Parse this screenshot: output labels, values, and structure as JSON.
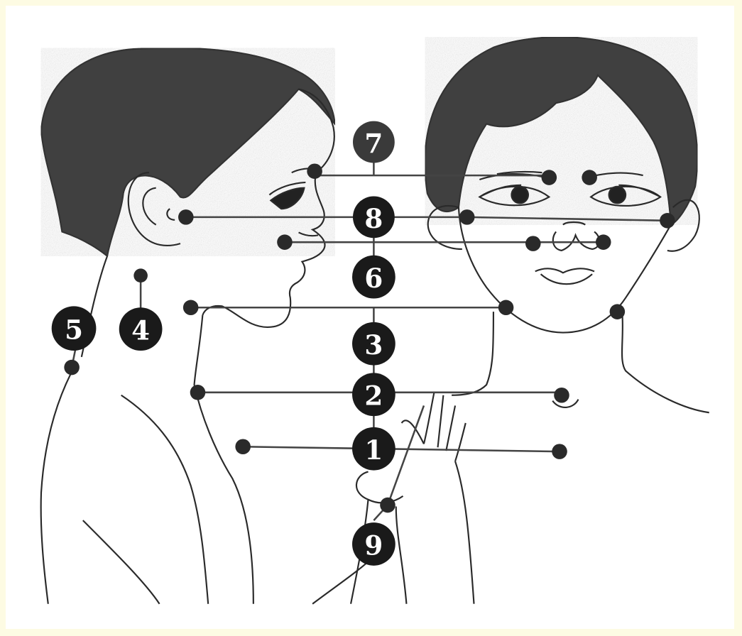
{
  "figure": {
    "markers": {
      "m1": "1",
      "m2": "2",
      "m3": "3",
      "m4": "4",
      "m5": "5",
      "m6": "6",
      "m7": "7",
      "m8": "8",
      "m9": "9"
    },
    "colors": {
      "background": "#fdfbe3",
      "hair": "#3a3a3a",
      "ink": "#2a2a2a",
      "marker_fill": "#1a1a1a"
    }
  }
}
